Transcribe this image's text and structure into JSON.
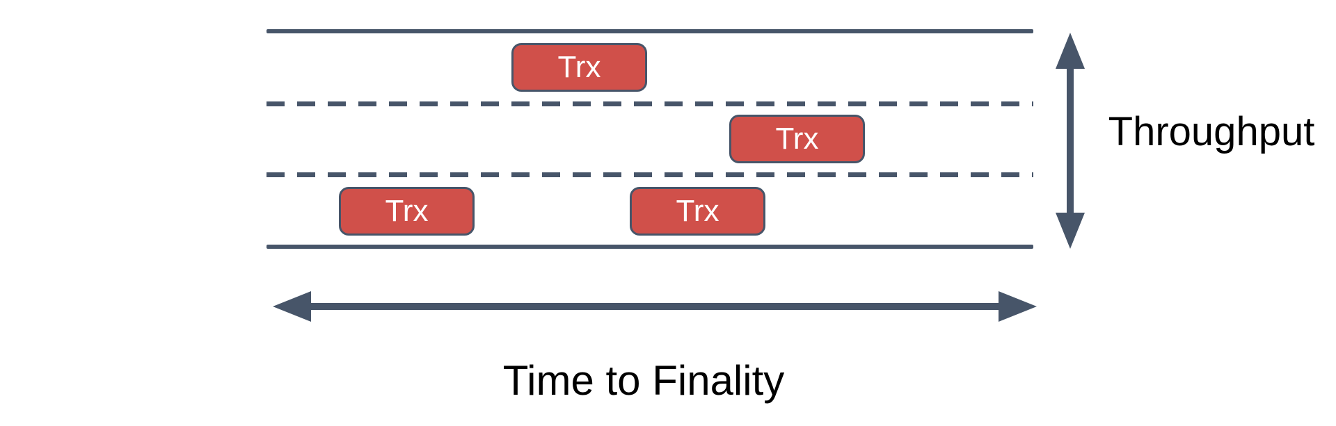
{
  "diagram": {
    "axes": {
      "throughput_label": "Throughput",
      "time_to_finality_label": "Time to Finality"
    },
    "lanes": {
      "count": 3
    },
    "transactions": [
      {
        "label": "Trx",
        "lane": "top"
      },
      {
        "label": "Trx",
        "lane": "middle"
      },
      {
        "label": "Trx",
        "lane": "bottom-left"
      },
      {
        "label": "Trx",
        "lane": "bottom-right"
      }
    ],
    "colors": {
      "line": "#475569",
      "trx_fill": "#d0504a",
      "trx_border": "#475569",
      "trx_text": "#ffffff",
      "label_text": "#000000",
      "background": "#ffffff"
    }
  }
}
